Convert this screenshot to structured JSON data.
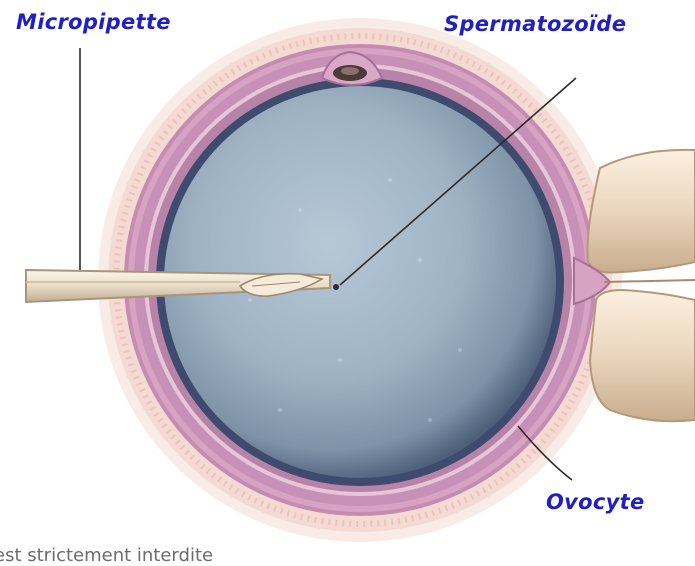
{
  "labels": {
    "micropipette": "Micropipette",
    "spermatozoide": "Spermatozoïde",
    "ovocyte": "Ovocyte"
  },
  "footer": {
    "note": "est strictement interdite"
  },
  "colors": {
    "label_text": "#1f1fc4",
    "oocyte_cytoplasm": "#9fb3c4",
    "zona_pellucida": "#c98fb5",
    "cumulus_halo": "#f2d6cf",
    "holding_pipette": "#eddcc6",
    "footer_text": "#6c6c6c"
  }
}
